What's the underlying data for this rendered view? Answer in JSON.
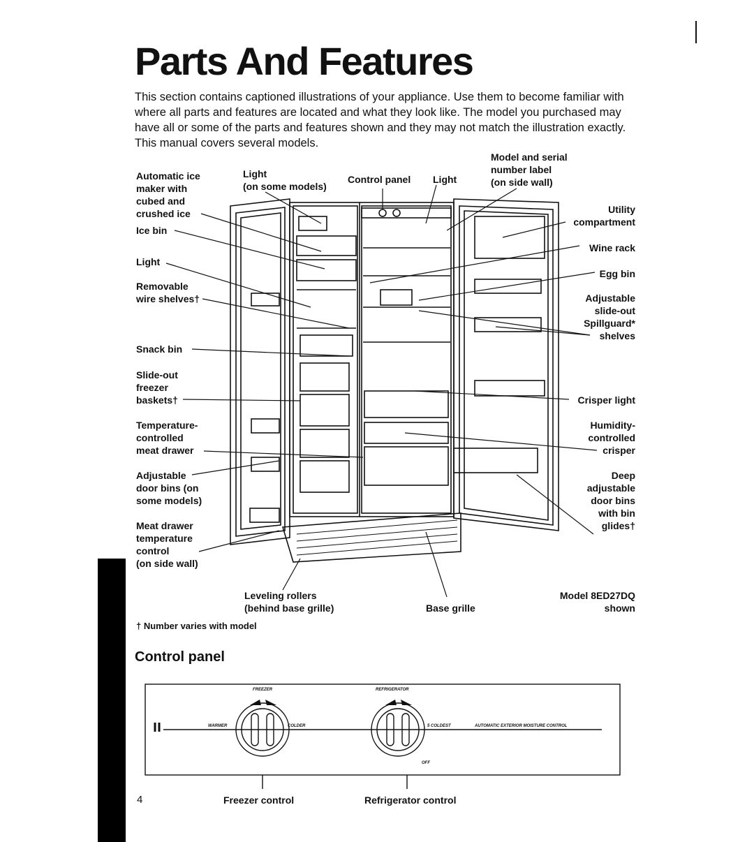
{
  "page": {
    "title": "Parts And Features",
    "intro": "This section contains captioned illustrations of your appliance. Use them to become familiar with where all parts and features are located and what they look like. The model you purchased may have all or some of the parts and features shown and they may not match the illustration exactly. This manual covers several models.",
    "page_number": "4"
  },
  "labels": {
    "auto_ice": "Automatic ice\nmaker with\ncubed and\ncrushed ice",
    "ice_bin": "Ice bin",
    "light_left": "Light",
    "removable_shelves": "Removable\nwire shelves†",
    "snack_bin": "Snack bin",
    "freezer_baskets": "Slide-out\nfreezer\nbaskets†",
    "meat_drawer": "Temperature-\ncontrolled\nmeat drawer",
    "adj_door_bins": "Adjustable\ndoor bins (on\nsome models)",
    "meat_drawer_control": "Meat drawer\ntemperature\ncontrol\n(on side wall)",
    "light_top": "Light\n(on some models)",
    "control_panel": "Control panel",
    "light_top_right": "Light",
    "model_serial": "Model and serial\nnumber label\n(on side wall)",
    "utility": "Utility\ncompartment",
    "wine_rack": "Wine rack",
    "egg_bin": "Egg bin",
    "spillguard": "Adjustable\nslide-out\nSpillguard*\nshelves",
    "crisper_light": "Crisper light",
    "humidity_crisper": "Humidity-\ncontrolled\ncrisper",
    "deep_door_bins": "Deep\nadjustable\ndoor bins\nwith bin\nglides†",
    "leveling_rollers": "Leveling rollers\n(behind base grille)",
    "base_grille": "Base grille",
    "model_shown": "Model 8ED27DQ\nshown",
    "footnote": "† Number varies with model"
  },
  "control_panel": {
    "heading": "Control panel",
    "freezer_title": "FREEZER",
    "refrigerator_title": "REFRIGERATOR",
    "warmer": "WARMER",
    "colder": "COLDER",
    "coldest": "5 COLDEST",
    "off": "OFF",
    "moisture": "AUTOMATIC EXTERIOR MOISTURE CONTROL",
    "freezer_caption": "Freezer control",
    "refrigerator_caption": "Refrigerator control"
  }
}
